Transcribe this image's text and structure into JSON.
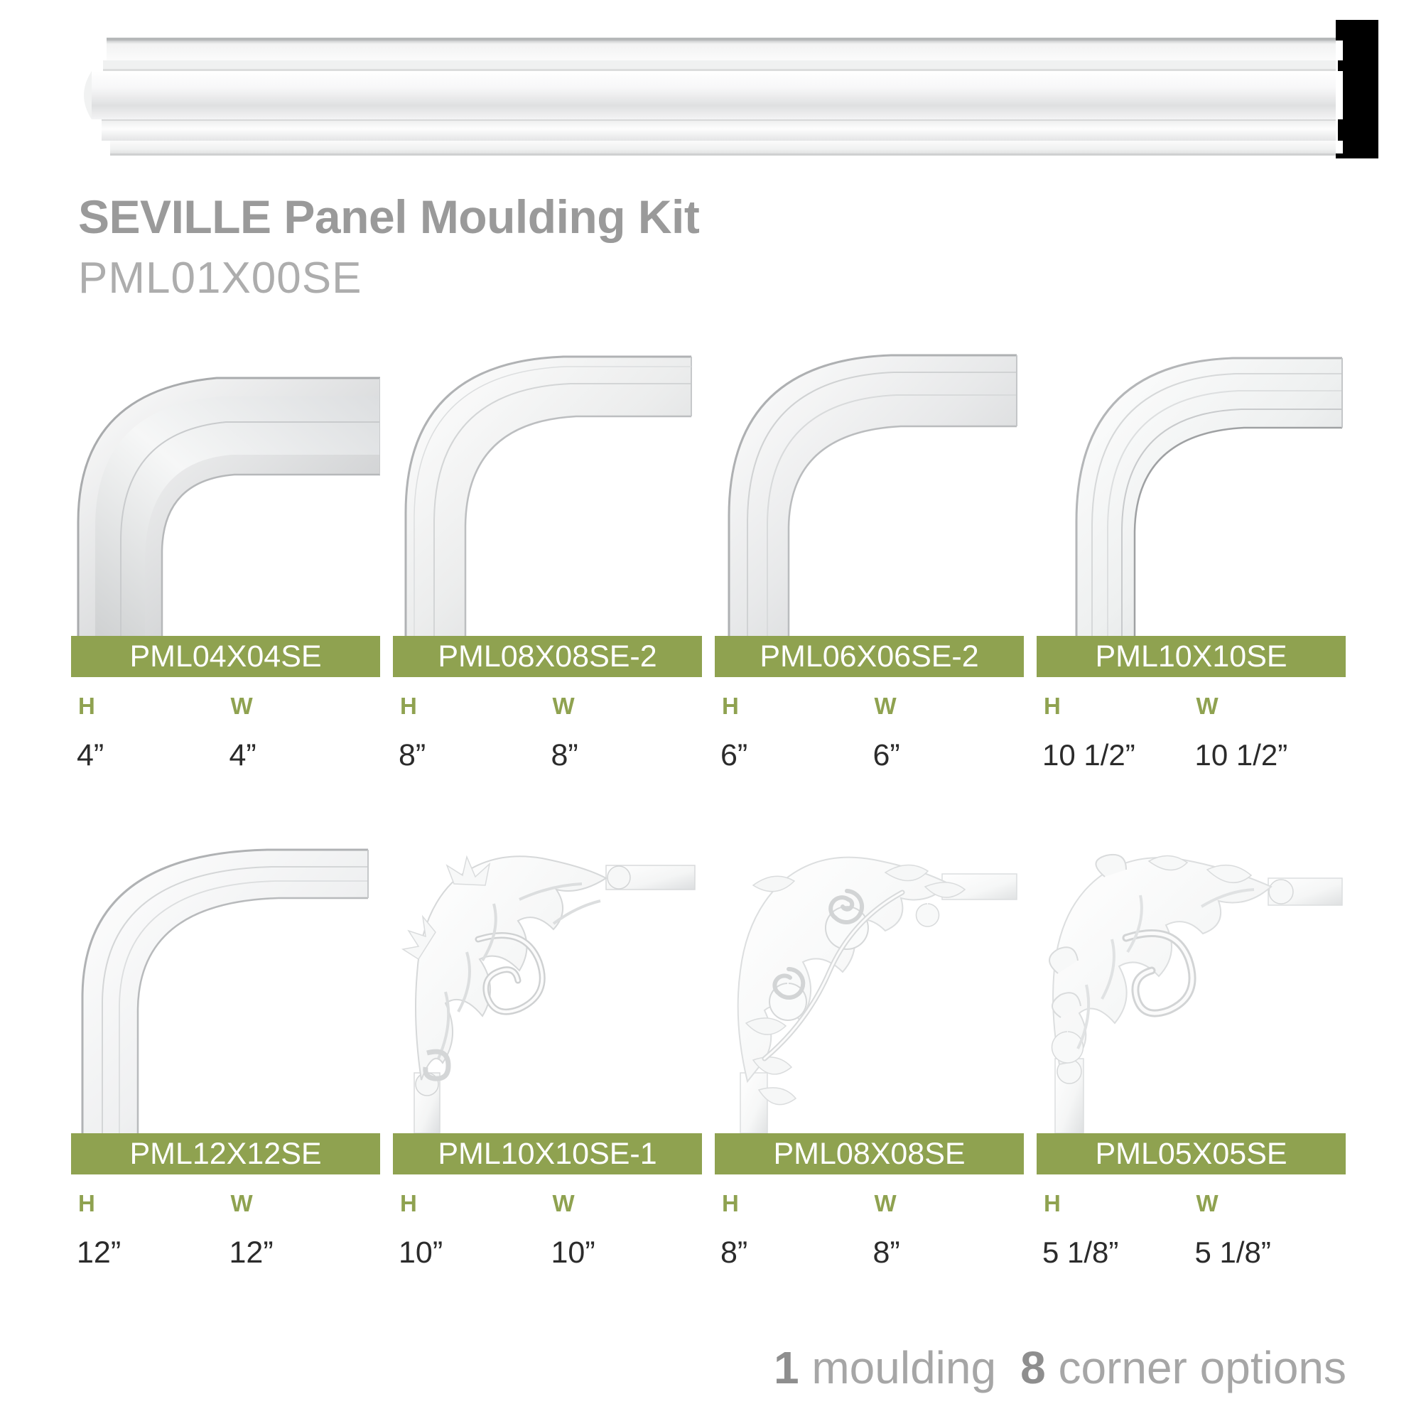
{
  "header": {
    "title_brand": "SEVILLE",
    "title_rest": " Panel Moulding Kit",
    "sku": "PML01X00SE"
  },
  "moulding": {
    "name": "seville-panel-moulding-profile"
  },
  "theme": {
    "accent_green": "#8fa250",
    "title_gray": "#9a9a9a",
    "sku_gray": "#adadad",
    "dim_text": "#2b2b2b",
    "footer_gray": "#a6a6a6"
  },
  "labels": {
    "height_abbr": "H",
    "width_abbr": "W"
  },
  "corners": [
    {
      "sku": "PML04X04SE",
      "art": "smooth-curve-corner",
      "height": "4”",
      "width": "4”"
    },
    {
      "sku": "PML08X08SE-2",
      "art": "slim-curve-corner",
      "height": "8”",
      "width": "8”"
    },
    {
      "sku": "PML06X06SE-2",
      "art": "stepped-curve-corner",
      "height": "6”",
      "width": "6”"
    },
    {
      "sku": "PML10X10SE",
      "art": "layered-curve-corner",
      "height": "10 1/2”",
      "width": "10 1/2”"
    },
    {
      "sku": "PML12X12SE",
      "art": "wide-sweep-corner",
      "height": "12”",
      "width": "12”"
    },
    {
      "sku": "PML10X10SE-1",
      "art": "acanthus-scroll-corner",
      "height": "10”",
      "width": "10”"
    },
    {
      "sku": "PML08X08SE",
      "art": "floral-rose-corner",
      "height": "8”",
      "width": "8”"
    },
    {
      "sku": "PML05X05SE",
      "art": "leaf-scroll-corner",
      "height": "5 1/8”",
      "width": "5 1/8”"
    }
  ],
  "footer": {
    "count_moulding": "1",
    "moulding_word": "moulding",
    "count_corners": "8",
    "corners_word": "corner options"
  }
}
